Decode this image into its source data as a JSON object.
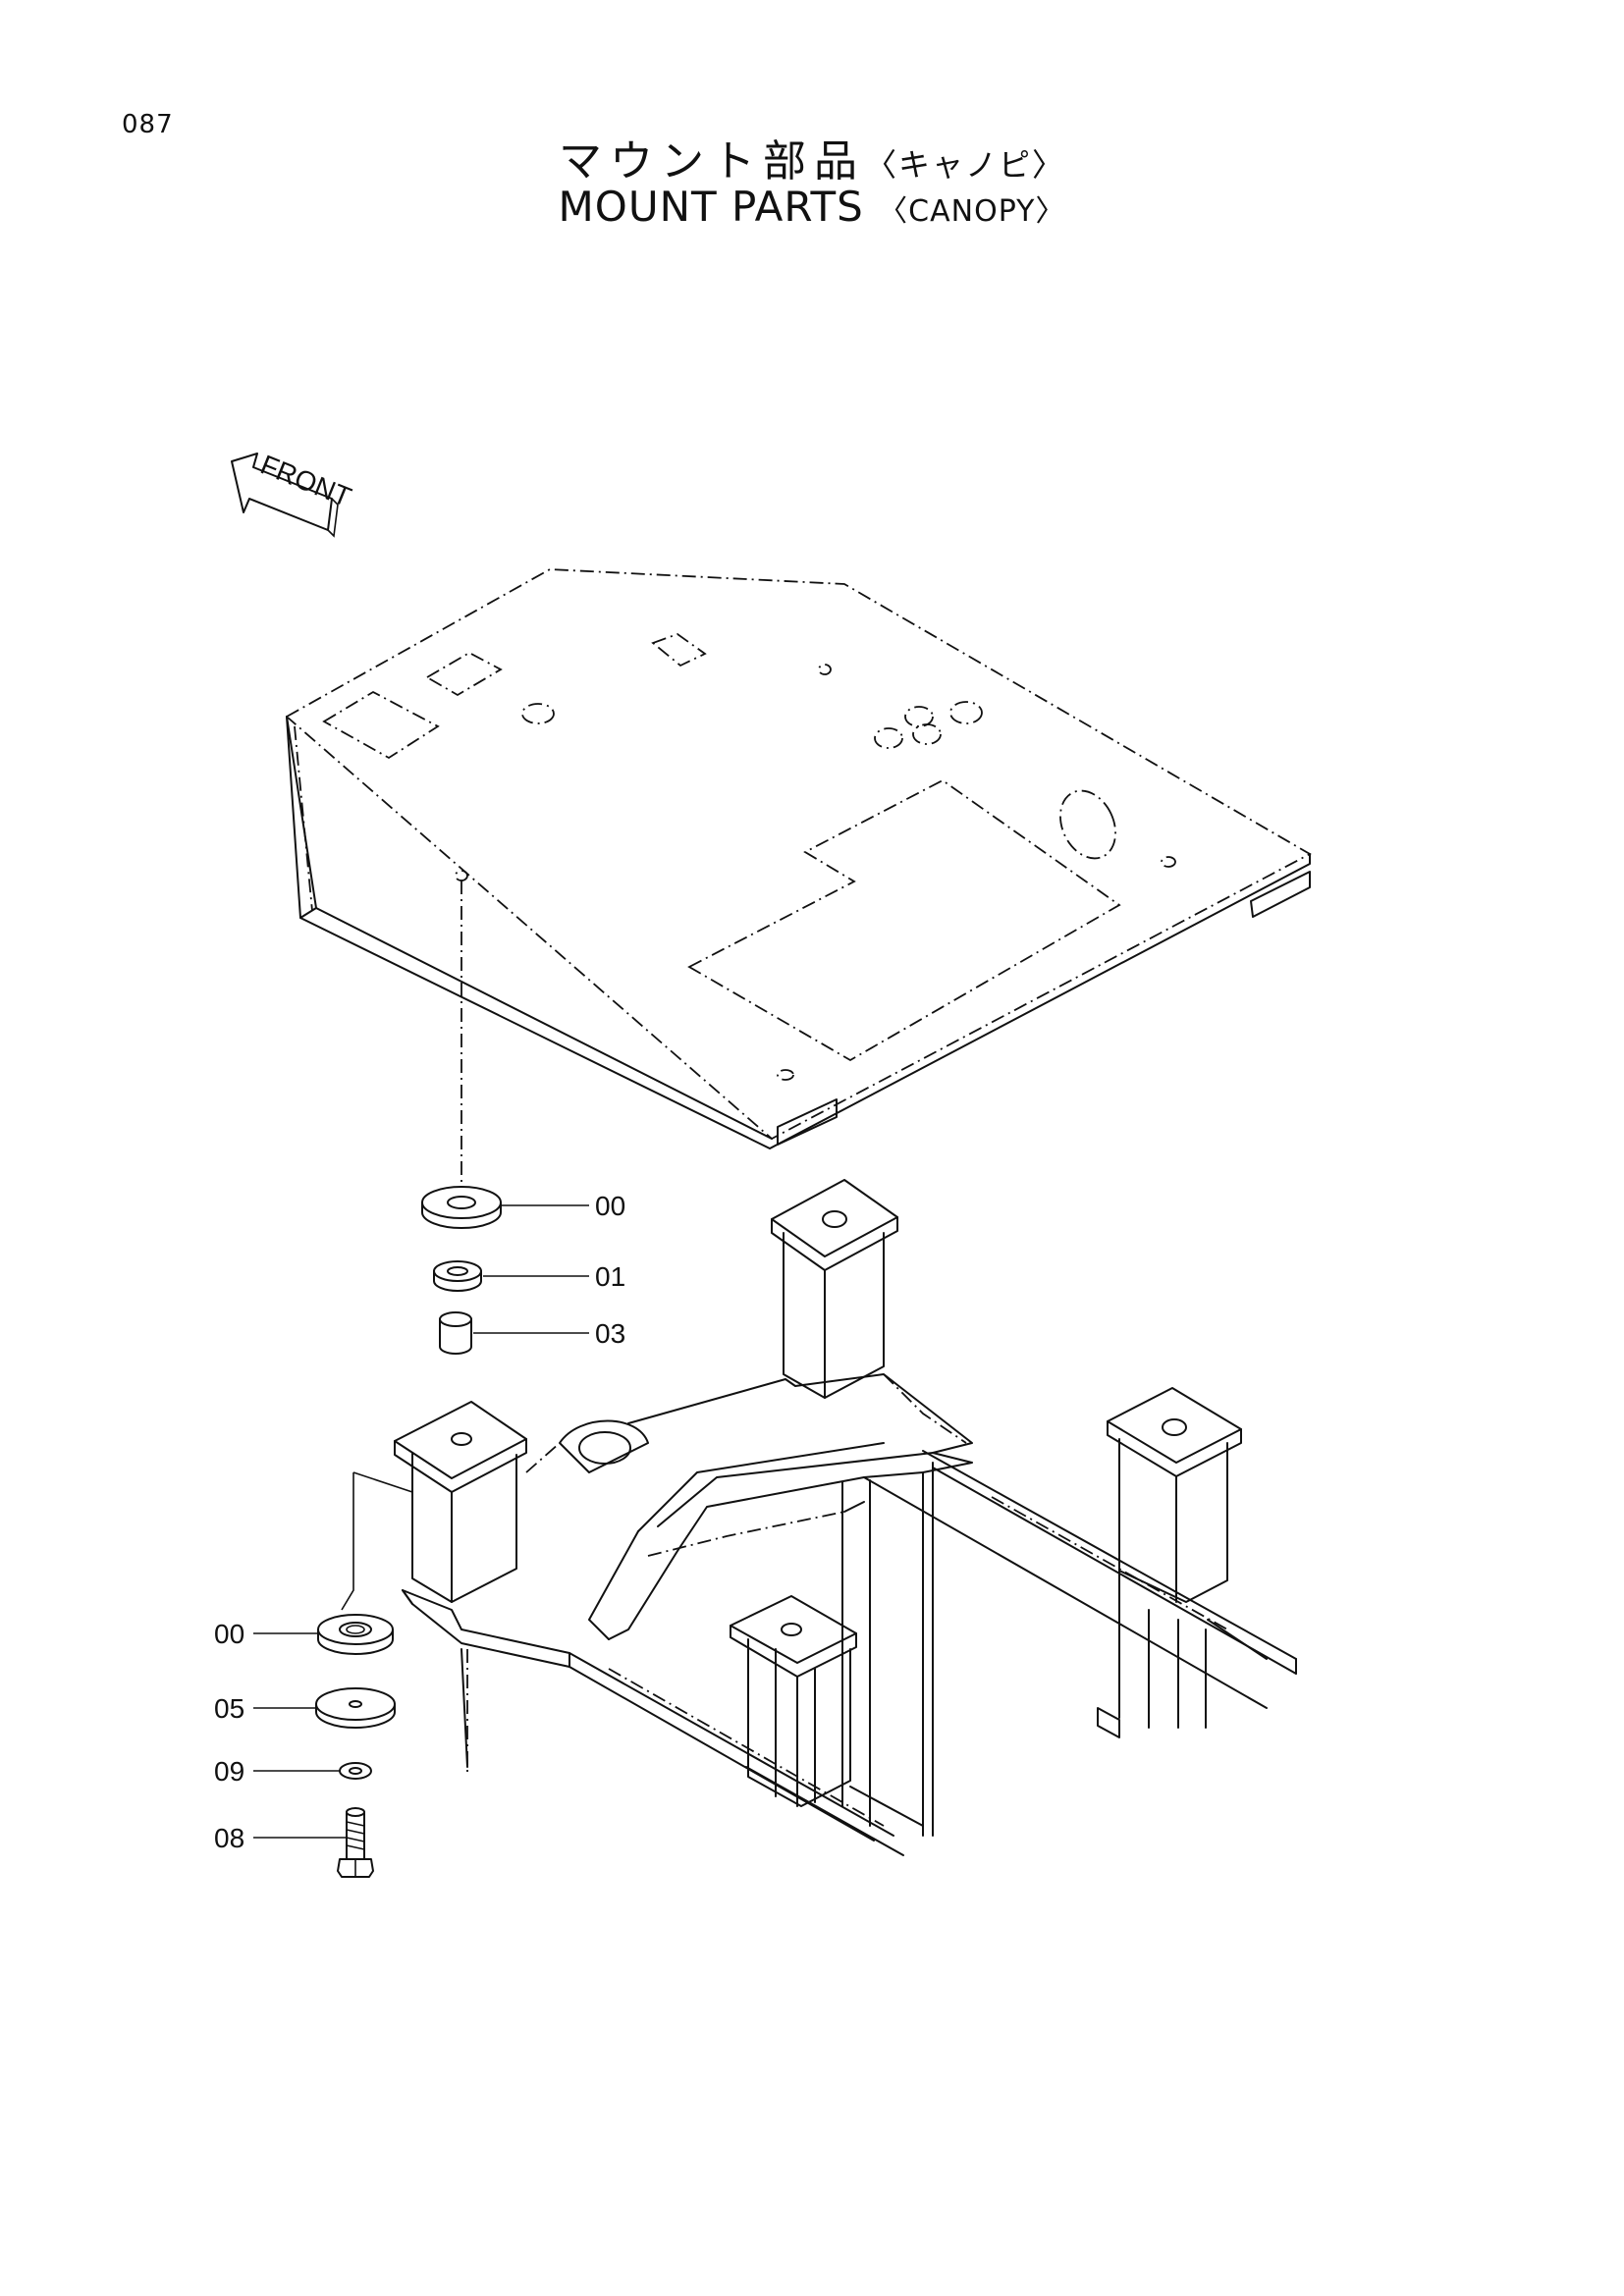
{
  "page_number": "087",
  "title": {
    "jp_main": "マウント部品",
    "jp_sub": "〈キャノピ〉",
    "en_main": "MOUNT PARTS",
    "en_sub": "〈CANOPY〉"
  },
  "front_marker": "FRONT",
  "callouts": [
    {
      "id": "callout-00-top",
      "label": "00"
    },
    {
      "id": "callout-01",
      "label": "01"
    },
    {
      "id": "callout-03",
      "label": "03"
    },
    {
      "id": "callout-00-bottom",
      "label": "00"
    },
    {
      "id": "callout-05",
      "label": "05"
    },
    {
      "id": "callout-09",
      "label": "09"
    },
    {
      "id": "callout-08",
      "label": "08"
    }
  ]
}
